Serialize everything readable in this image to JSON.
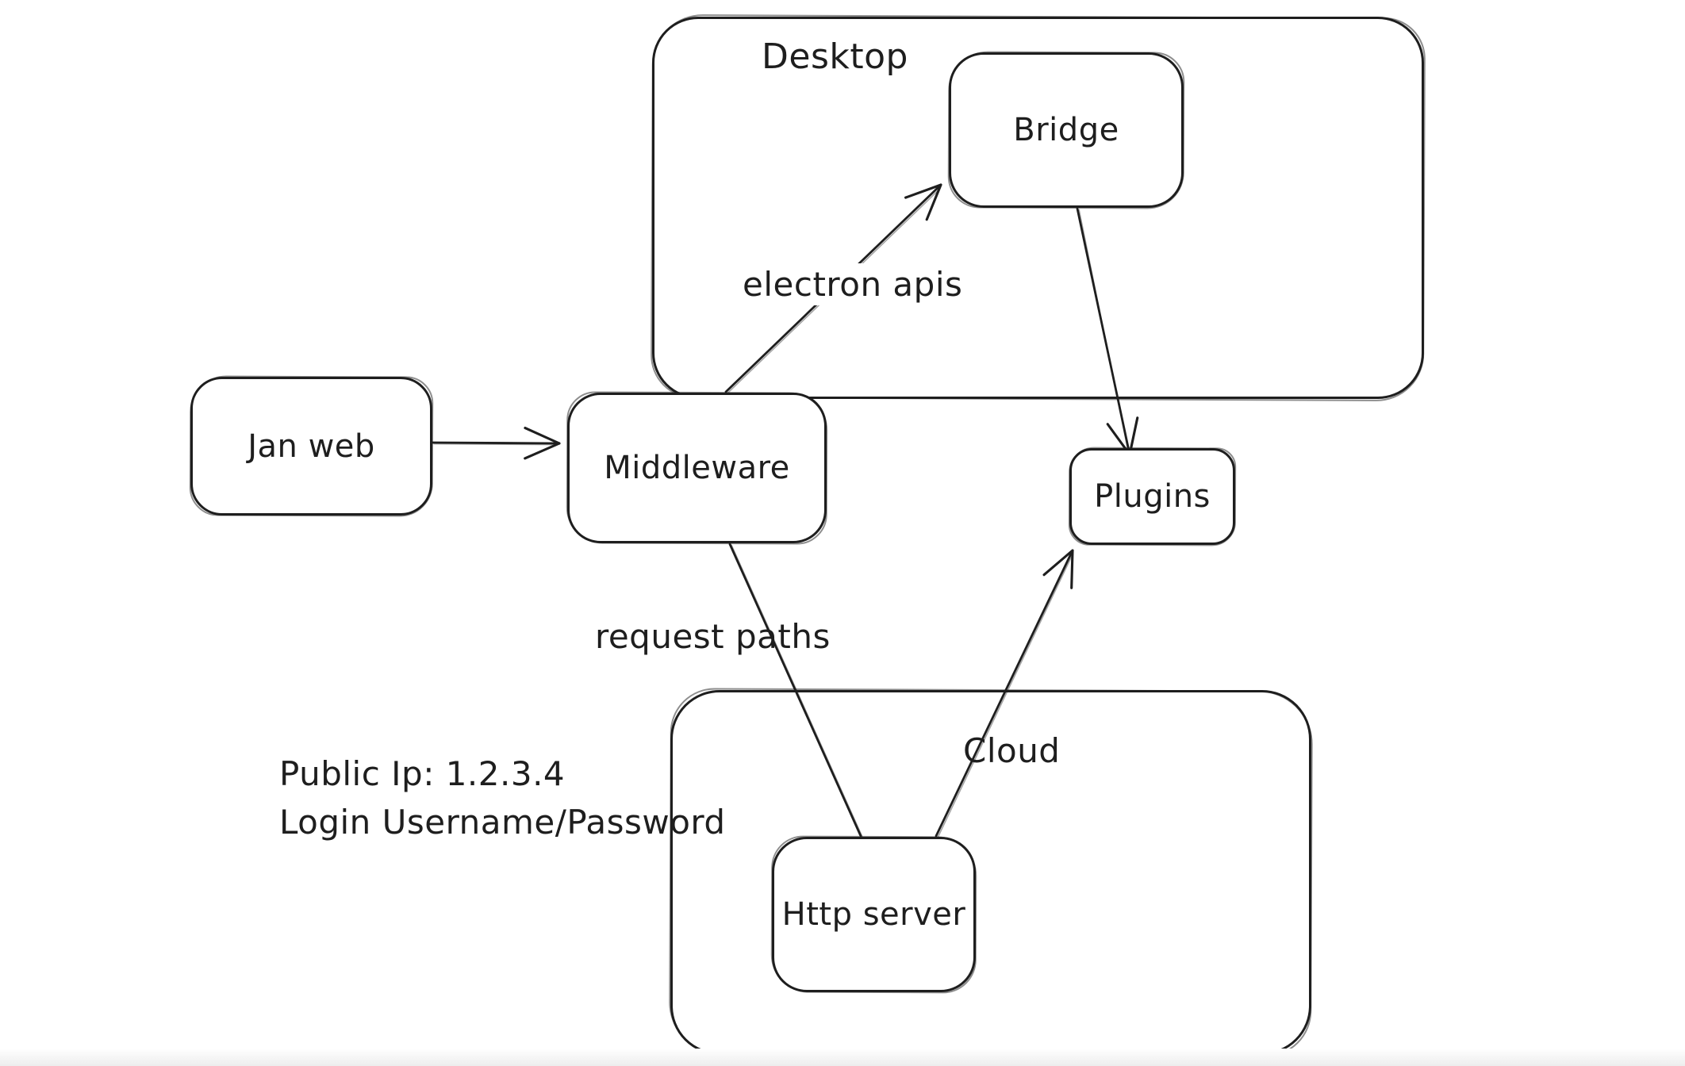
{
  "app": {
    "background_color": "#ffffff",
    "stroke_color": "#1e1e1e",
    "bottom_fade_color": "#ededed"
  },
  "diagram": {
    "containers": [
      {
        "id": "desktop",
        "label": "Desktop"
      },
      {
        "id": "cloud",
        "label": "Cloud"
      }
    ],
    "nodes": [
      {
        "id": "jan-web",
        "label": "Jan web"
      },
      {
        "id": "middleware",
        "label": "Middleware"
      },
      {
        "id": "bridge",
        "label": "Bridge"
      },
      {
        "id": "plugins",
        "label": "Plugins"
      },
      {
        "id": "http-server",
        "label": "Http server"
      }
    ],
    "edges": [
      {
        "id": "janweb-middleware",
        "from": "Jan web",
        "to": "Middleware",
        "label": "",
        "arrowhead": "end"
      },
      {
        "id": "middleware-bridge",
        "from": "Middleware",
        "to": "Bridge",
        "label": "electron apis",
        "arrowhead": "end"
      },
      {
        "id": "bridge-plugins",
        "from": "Bridge",
        "to": "Plugins",
        "label": "",
        "arrowhead": "end"
      },
      {
        "id": "middleware-httpserver",
        "from": "Middleware",
        "to": "Http server",
        "label": "request paths",
        "arrowhead": "none"
      },
      {
        "id": "httpserver-plugins",
        "from": "Http server",
        "to": "Plugins",
        "label": "",
        "arrowhead": "end"
      }
    ],
    "notes": {
      "public_ip": "Public Ip: 1.2.3.4",
      "login": "Login Username/Password"
    }
  }
}
